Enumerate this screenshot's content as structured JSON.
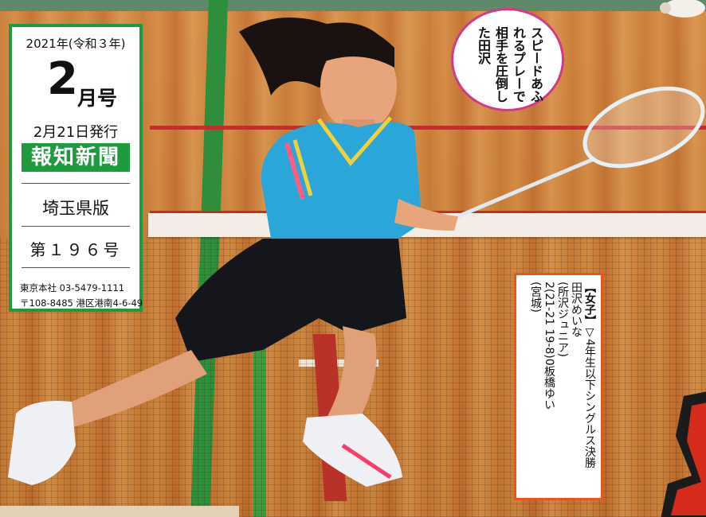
{
  "masthead": {
    "date_line": "2021年(令和３年)",
    "month_number": "2",
    "month_suffix": "月号",
    "issue_date": "2月21日発行",
    "paper_name": "報知新聞",
    "edition": "埼玉県版",
    "issue_number": "第１９６号",
    "address_line1": "東京本社 03-5479-1111",
    "address_line2": "〒108-8485 港区港南4-6-49"
  },
  "bubble": {
    "caption": "スピードあふれるプレーで相手を圧倒した田沢"
  },
  "result": {
    "heading": "【女子】",
    "event": "▽4年生以下シングルス決勝",
    "winner": "田沢めいな",
    "winner_team": "(所沢ジュニア)",
    "score": "2(21-21 19-8)0",
    "loser": "板橋ゆい",
    "loser_team": "(宮城)"
  },
  "colors": {
    "masthead_green": "#1e9a3f",
    "bubble_border": "#d13a8a",
    "result_border": "#e8561e"
  }
}
